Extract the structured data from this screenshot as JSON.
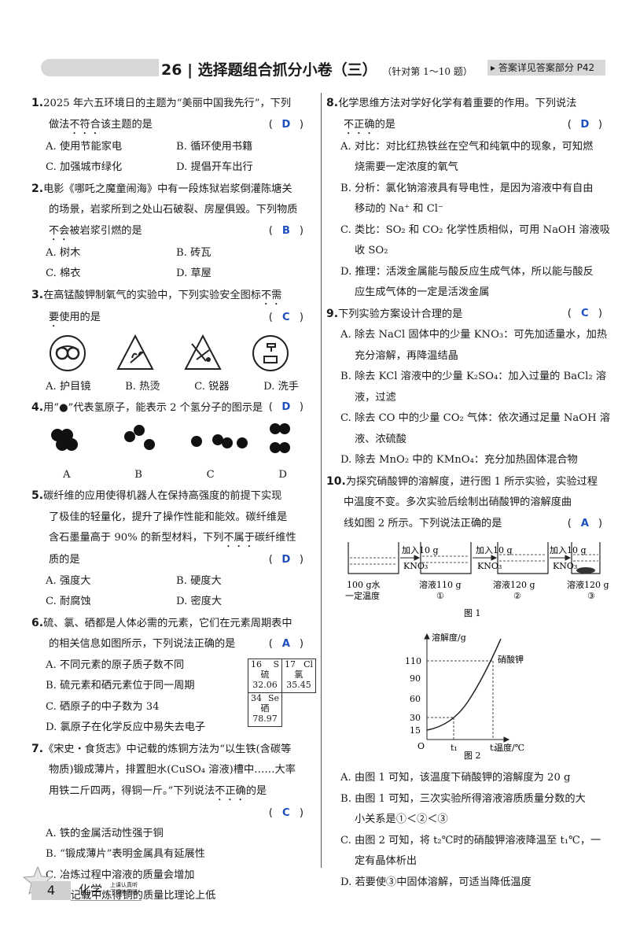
{
  "header": {
    "number": "26",
    "title": "选择题组合抓分小卷（三）",
    "scope": "（针对第 1～10 题）",
    "answer_ref": "答案详见答案部分 P42"
  },
  "footer": {
    "page": "4",
    "subject": "化学",
    "tagline1": "上课认真听",
    "tagline2": "下课练天赋"
  },
  "q1": {
    "num": "1.",
    "l1": "2025 年六五环境日的主题为“美丽中国我先行”，下列",
    "l2": "做法",
    "l2b": "不符合",
    "l2c": "该主题的是",
    "answer": "D",
    "A": "A. 使用节能家电",
    "B": "B. 循环使用书籍",
    "C": "C. 加强城市绿化",
    "D": "D. 提倡开车出行"
  },
  "q2": {
    "num": "2.",
    "l1": "电影《哪吒之魔童闹海》中有一段炼狱岩浆倒灌陈塘关",
    "l2": "的场景，岩浆所到之处山石破裂、房屋俱毁。下列物质",
    "l3a": "不会",
    "l3b": "被岩浆引燃的是",
    "answer": "B",
    "A": "A. 树木",
    "B": "B. 砖瓦",
    "C": "C. 棉衣",
    "D": "D. 草屋"
  },
  "q3": {
    "num": "3.",
    "l1a": "在高锰酸钾制氧气的实验中，下列实验安全图标",
    "l1b": "不需",
    "l2a": "要",
    "l2b": "使用的是",
    "answer": "C",
    "A": "A. 护目镜",
    "B": "B. 热烫",
    "C": "C. 锐器",
    "D": "D. 洗手"
  },
  "q4": {
    "num": "4.",
    "l1": "用“●”代表氢原子，能表示 2 个氢分子的图示是",
    "answer": "D",
    "A": "A",
    "B": "B",
    "C": "C",
    "D": "D"
  },
  "q5": {
    "num": "5.",
    "l1": "碳纤维的应用使得机器人在保持高强度的前提下实现",
    "l2": "了极佳的轻量化，提升了操作性能和能效。碳纤维是",
    "l3a": "含石墨量高于 90% 的新型材料，下列",
    "l3b": "不属于",
    "l3c": "碳纤维性",
    "l4": "质的是",
    "answer": "D",
    "A": "A. 强度大",
    "B": "B. 硬度大",
    "C": "C. 耐腐蚀",
    "D": "D. 密度大"
  },
  "q6": {
    "num": "6.",
    "l1": "硫、氯、硒都是人体必需的元素，它们在元素周期表中",
    "l2": "的相关信息如图所示，下列说法正确的是",
    "answer": "A",
    "A": "A. 不同元素的原子质子数不同",
    "B": "B. 硫元素和硒元素位于同一周期",
    "C": "C. 硒原子的中子数为 34",
    "D": "D. 氯原子在化学反应中易失去电子",
    "elements": [
      {
        "num": "16",
        "sym": "S",
        "name": "硫",
        "mass": "32.06"
      },
      {
        "num": "17",
        "sym": "Cl",
        "name": "氯",
        "mass": "35.45"
      },
      {
        "num": "34",
        "sym": "Se",
        "name": "硒",
        "mass": "78.97"
      }
    ]
  },
  "q7": {
    "num": "7.",
    "l1": "《宋史・食货志》中记载的炼铜方法为“以生铁(含碳等",
    "l2": "物质)锻成薄片，排置胆水(CuSO₄ 溶液)槽中……大率",
    "l3a": "用铁二斤四两，得铜一斤。”下列说法",
    "l3b": "不正确",
    "l3c": "的是",
    "answer": "C",
    "A": "A. 铁的金属活动性强于铜",
    "B": "B. “锻成薄片”表明金属具有延展性",
    "C": "C. 冶炼过程中溶液的质量会增加",
    "D": "D. 该记载中炼得铜的质量比理论上低"
  },
  "q8": {
    "num": "8.",
    "l1": "化学思维方法对学好化学有着重要的作用。下列说法",
    "l2a": "不正确",
    "l2b": "的是",
    "answer": "D",
    "A1": "A. 对比：对比红热铁丝在空气和纯氧中的现象，可知燃",
    "A2": "烧需要一定浓度的氧气",
    "B1": "B. 分析：氯化钠溶液具有导电性，是因为溶液中有自由",
    "B2": "移动的 Na⁺ 和 Cl⁻",
    "C1": "C. 类比：SO₂ 和 CO₂ 化学性质相似，可用 NaOH 溶液吸",
    "C2": "收 SO₂",
    "D1": "D. 推理：活泼金属能与酸反应生成气体，所以能与酸反",
    "D2": "应生成气体的一定是活泼金属"
  },
  "q9": {
    "num": "9.",
    "l1": "下列实验方案设计合理的是",
    "answer": "C",
    "A1": "A. 除去 NaCl 固体中的少量 KNO₃：可先加适量水，加热",
    "A2": "充分溶解，再降温结晶",
    "B1": "B. 除去 KCl 溶液中的少量 K₂SO₄：加入过量的 BaCl₂ 溶",
    "B2": "液，过滤",
    "C1": "C. 除去 CO 中的少量 CO₂ 气体：依次通过足量 NaOH 溶",
    "C2": "液、浓硫酸",
    "D1": "D. 除去 MnO₂ 中的 KMnO₄：充分加热固体混合物"
  },
  "q10": {
    "num": "10.",
    "l1": "为探究硝酸钾的溶解度，进行图 1 所示实验，实验过程",
    "l2": "中温度不变。多次实验后绘制出硝酸钾的溶解度曲",
    "l3": "线如图 2 所示。下列说法正确的是",
    "answer": "A",
    "fig1": {
      "add": "加入10 g",
      "reagent": "KNO₃",
      "b0a": "100 g水",
      "b0b": "一定温度",
      "b1a": "溶液110 g",
      "b1b": "①",
      "b2a": "溶液120 g",
      "b2b": "②",
      "b3a": "溶液120 g",
      "b3b": "③",
      "caption": "图 1"
    },
    "fig2": {
      "ylabel": "溶解度/g",
      "xlabel": "温度/℃",
      "series": "硝酸钾",
      "yticks": [
        "110",
        "90",
        "60",
        "30",
        "15"
      ],
      "xticks": [
        "t₁",
        "t₂"
      ],
      "origin": "O",
      "caption": "图 2"
    },
    "A": "A. 由图 1 可知，该温度下硝酸钾的溶解度为 20 g",
    "B1": "B. 由图 1 可知，三次实验所得溶液溶质质量分数的大",
    "B2": "小关系是①＜②＜③",
    "C1": "C. 由图 2 可知，将 t₂℃时的硝酸钾溶液降温至 t₁℃，一",
    "C2": "定有晶体析出",
    "D": "D. 若要使③中固体溶解，可适当降低温度"
  }
}
